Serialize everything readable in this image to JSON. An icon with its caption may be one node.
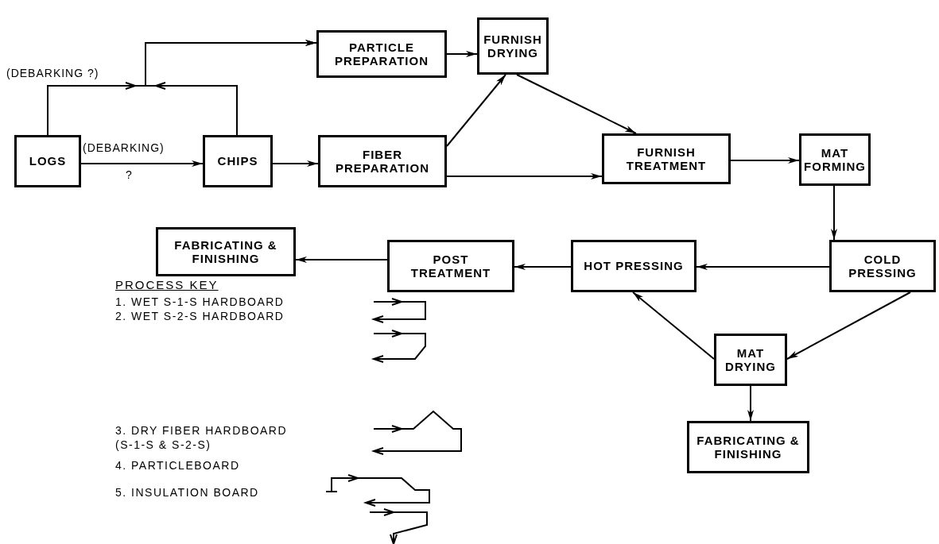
{
  "diagram": {
    "nodes": [
      {
        "text": [
          "LOGS"
        ]
      },
      {
        "text": [
          "CHIPS"
        ]
      },
      {
        "text": [
          "PARTICLE PREPARATION"
        ]
      },
      {
        "text": [
          "FURNISH DRYING"
        ]
      },
      {
        "text": [
          "FIBER PREPARATION"
        ]
      },
      {
        "text": [
          "FURNISH TREATMENT"
        ]
      },
      {
        "text": [
          "MAT FORMING"
        ]
      },
      {
        "text": [
          "COLD PRESSING"
        ]
      },
      {
        "text": [
          "HOT PRESSING"
        ]
      },
      {
        "text": [
          "POST TREATMENT"
        ]
      },
      {
        "text": [
          "FABRICATING & FINISHING"
        ]
      },
      {
        "text": [
          "MAT DRYING"
        ]
      },
      {
        "text": [
          "FABRICATING & FINISHING"
        ]
      }
    ],
    "edges": [
      {
        "from": 0,
        "to": 2,
        "arrow": "to",
        "label": "(DEBARKING ?)"
      },
      {
        "from": 1,
        "to": 2,
        "arrow": "to"
      },
      {
        "from": 0,
        "to": 1,
        "arrow": "to",
        "label": "(DEBARKING)"
      },
      {
        "from": 1,
        "to": 4,
        "arrow": "to"
      },
      {
        "from": 2,
        "to": 3,
        "arrow": "to"
      },
      {
        "from": 4,
        "to": 3,
        "arrow": "to"
      },
      {
        "from": 3,
        "to": 5,
        "arrow": "to"
      },
      {
        "from": 4,
        "to": 5,
        "arrow": "to"
      },
      {
        "from": 5,
        "to": 6,
        "arrow": "to"
      },
      {
        "from": 6,
        "to": 7,
        "arrow": "to"
      },
      {
        "from": 7,
        "to": 8,
        "arrow": "to"
      },
      {
        "from": 8,
        "to": 9,
        "arrow": "to"
      },
      {
        "from": 9,
        "to": 10,
        "arrow": "to"
      },
      {
        "from": 7,
        "to": 11,
        "arrow": "to"
      },
      {
        "from": 11,
        "to": 8,
        "arrow": "to"
      },
      {
        "from": 11,
        "to": 12,
        "arrow": "to"
      }
    ],
    "labels": [
      "?",
      "PROCESS KEY"
    ],
    "legend": [
      {
        "text": "1. WET S-1-S HARDBOARD"
      },
      {
        "text": "2. WET S-2-S HARDBOARD"
      },
      {
        "text": "3. DRY FIBER HARDBOARD (S-1-S & S-2-S)"
      },
      {
        "text": "4. PARTICLEBOARD"
      },
      {
        "text": "5. INSULATION BOARD"
      }
    ]
  }
}
